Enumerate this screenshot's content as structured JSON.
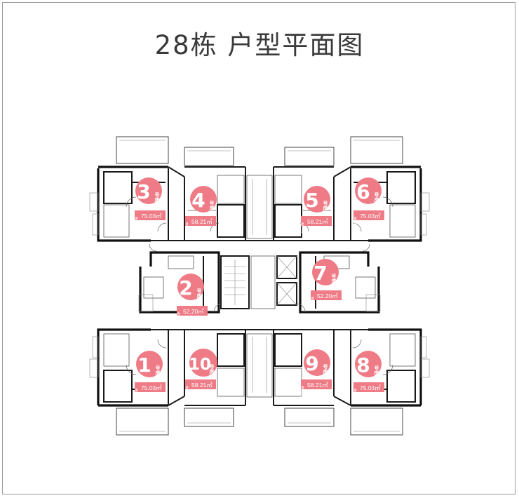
{
  "title": "28栋 户型平面图",
  "units": [
    {
      "id": "1",
      "number": "1",
      "suffix": "号房",
      "area": "75.03㎡",
      "area_label": "建筑面积"
    },
    {
      "id": "2",
      "number": "2",
      "suffix": "号房",
      "area": "52.20㎡",
      "area_label": "建筑面积"
    },
    {
      "id": "3",
      "number": "3",
      "suffix": "号房",
      "area": "75.03㎡",
      "area_label": "建筑面积"
    },
    {
      "id": "4",
      "number": "4",
      "suffix": "号房",
      "area": "58.21㎡",
      "area_label": "建筑面积"
    },
    {
      "id": "5",
      "number": "5",
      "suffix": "号房",
      "area": "58.21㎡",
      "area_label": "建筑面积"
    },
    {
      "id": "6",
      "number": "6",
      "suffix": "号房",
      "area": "75.03㎡",
      "area_label": "建筑面积"
    },
    {
      "id": "7",
      "number": "7",
      "suffix": "号房",
      "area": "52.20㎡",
      "area_label": "建筑面积"
    },
    {
      "id": "8",
      "number": "8",
      "suffix": "号房",
      "area": "75.03㎡",
      "area_label": "建筑面积"
    },
    {
      "id": "9",
      "number": "9",
      "suffix": "号房",
      "area": "58.21㎡",
      "area_label": "建筑面积"
    },
    {
      "id": "10",
      "number": "10",
      "suffix": "号房",
      "area": "58.21㎡",
      "area_label": "建筑面积"
    }
  ],
  "colors": {
    "badge": "#ee7b86",
    "wall": "#1a1a1a",
    "title": "#3a3a3a"
  }
}
